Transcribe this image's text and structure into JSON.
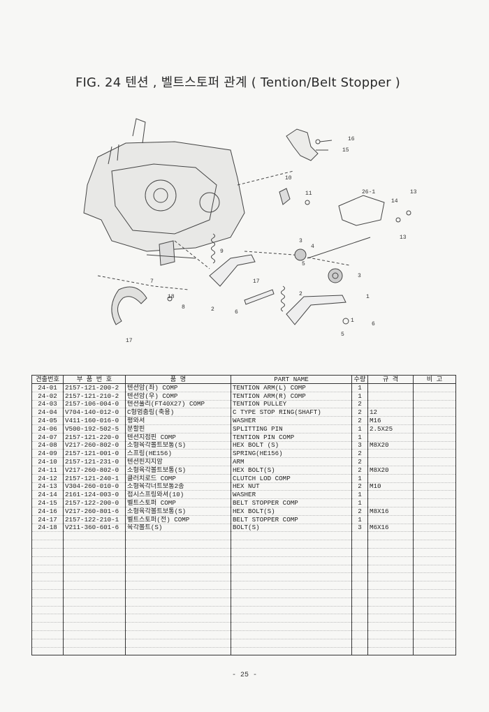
{
  "figure": {
    "title": "FIG. 24 텐션 , 벨트스토퍼 관계 ( Tention/Belt Stopper )"
  },
  "callouts": [
    "16",
    "15",
    "10",
    "11",
    "26-1",
    "13",
    "14",
    "13",
    "9",
    "3",
    "4",
    "5",
    "3",
    "1",
    "17",
    "2",
    "6",
    "7",
    "8",
    "18",
    "17",
    "1",
    "6",
    "5",
    "2"
  ],
  "table": {
    "headers": [
      "견출번호",
      "부 품 번 호",
      "품 명",
      "PART NAME",
      "수량",
      "규 격",
      "비 고"
    ],
    "rows": [
      [
        "24-01",
        "2157-121-200-2",
        "텐션암(좌) COMP",
        "TENTION ARM(L) COMP",
        "1",
        "",
        ""
      ],
      [
        "24-02",
        "2157-121-210-2",
        "텐션암(우) COMP",
        "TENTION ARM(R) COMP",
        "1",
        "",
        ""
      ],
      [
        "24-03",
        "2157-106-004-0",
        "텐션풀리(FT40X27) COMP",
        "TENTION PULLEY",
        "2",
        "",
        ""
      ],
      [
        "24-04",
        "V704-140-012-0",
        "C형멈춤링(축용)",
        "C TYPE STOP RING(SHAFT)",
        "2",
        "12",
        ""
      ],
      [
        "24-05",
        "V411-160-016-0",
        "평와셔",
        "WASHER",
        "2",
        "M16",
        ""
      ],
      [
        "24-06",
        "V500-192-502-5",
        "분할핀",
        "SPLITTING PIN",
        "1",
        "2.5X25",
        ""
      ],
      [
        "24-07",
        "2157-121-220-0",
        "텐션지점핀 COMP",
        "TENTION PIN COMP",
        "1",
        "",
        ""
      ],
      [
        "24-08",
        "V217-260-802-0",
        "소형육각볼트보통(S)",
        "HEX BOLT (S)",
        "3",
        "M8X20",
        ""
      ],
      [
        "24-09",
        "2157-121-001-0",
        "스프링(HE156)",
        "SPRING(HE156)",
        "2",
        "",
        ""
      ],
      [
        "24-10",
        "2157-121-231-0",
        "텐션핀지지암",
        "ARM",
        "2",
        "",
        ""
      ],
      [
        "24-11",
        "V217-260-802-0",
        "소형육각볼트보통(S)",
        "HEX BOLT(S)",
        "2",
        "M8X20",
        ""
      ],
      [
        "24-12",
        "2157-121-240-1",
        "클러치로드 COMP",
        "CLUTCH LOD COMP",
        "1",
        "",
        ""
      ],
      [
        "24-13",
        "V304-260-010-0",
        "소형육각너트보통2종",
        "HEX NUT",
        "2",
        "M10",
        ""
      ],
      [
        "24-14",
        "2161-124-003-0",
        "접시스프링와셔(10)",
        "WASHER",
        "1",
        "",
        ""
      ],
      [
        "24-15",
        "2157-122-200-0",
        "벨트스토퍼 COMP",
        "BELT STOPPER COMP",
        "1",
        "",
        ""
      ],
      [
        "24-16",
        "V217-260-801-6",
        "소형육각볼트보통(S)",
        "HEX BOLT(S)",
        "2",
        "M8X16",
        ""
      ],
      [
        "24-17",
        "2157-122-210-1",
        "벨트스토퍼(전) COMP",
        "BELT STOPPER COMP",
        "1",
        "",
        ""
      ],
      [
        "24-18",
        "V211-360-601-6",
        "육각볼트(S)",
        "BOLT(S)",
        "3",
        "M6X16",
        ""
      ],
      [
        "",
        "",
        "",
        "",
        "",
        "",
        ""
      ],
      [
        "",
        "",
        "",
        "",
        "",
        "",
        ""
      ],
      [
        "",
        "",
        "",
        "",
        "",
        "",
        ""
      ],
      [
        "",
        "",
        "",
        "",
        "",
        "",
        ""
      ],
      [
        "",
        "",
        "",
        "",
        "",
        "",
        ""
      ],
      [
        "",
        "",
        "",
        "",
        "",
        "",
        ""
      ],
      [
        "",
        "",
        "",
        "",
        "",
        "",
        ""
      ],
      [
        "",
        "",
        "",
        "",
        "",
        "",
        ""
      ],
      [
        "",
        "",
        "",
        "",
        "",
        "",
        ""
      ],
      [
        "",
        "",
        "",
        "",
        "",
        "",
        ""
      ],
      [
        "",
        "",
        "",
        "",
        "",
        "",
        ""
      ],
      [
        "",
        "",
        "",
        "",
        "",
        "",
        ""
      ],
      [
        "",
        "",
        "",
        "",
        "",
        "",
        ""
      ],
      [
        "",
        "",
        "",
        "",
        "",
        "",
        ""
      ],
      [
        "",
        "",
        "",
        "",
        "",
        "",
        ""
      ]
    ]
  },
  "page_number": "- 25 -"
}
